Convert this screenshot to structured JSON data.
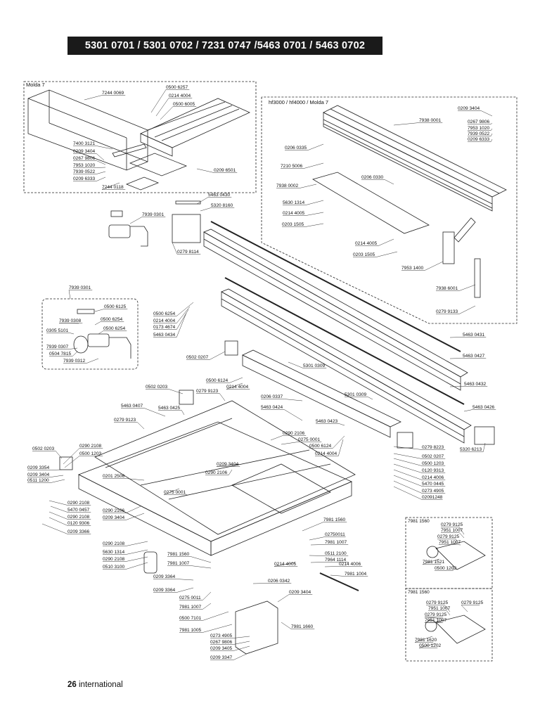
{
  "page": {
    "title": "5301 0701 / 5301 0702 / 7231 0747 /5463 0701 / 5463 0702",
    "page_number": "26",
    "footer_label": "international"
  },
  "boxes": {
    "molda7": "Molda 7",
    "hf": "hf3000 / hf4000 / Molda 7",
    "d1": "7981 1560",
    "d2": "7981 1560"
  },
  "parts": [
    {
      "id": "p1",
      "label": "7244 0069"
    },
    {
      "id": "p2",
      "label": "0500 6257"
    },
    {
      "id": "p3",
      "label": "0214 4004"
    },
    {
      "id": "p4",
      "label": "0500 6005"
    },
    {
      "id": "p5",
      "label": "7400 3121"
    },
    {
      "id": "p6",
      "label": "0209 3404"
    },
    {
      "id": "p7",
      "label": "0267 9806"
    },
    {
      "id": "p8",
      "label": "7953 1020"
    },
    {
      "id": "p9",
      "label": "7939 0522"
    },
    {
      "id": "p10",
      "label": "0209 6333"
    },
    {
      "id": "p11",
      "label": "7244 0118"
    },
    {
      "id": "p12",
      "label": "0209 6501"
    },
    {
      "id": "p13",
      "label": "7938 0001"
    },
    {
      "id": "p14",
      "label": "0209 3404"
    },
    {
      "id": "p15",
      "label": "0267 9806"
    },
    {
      "id": "p16",
      "label": "7953 1020"
    },
    {
      "id": "p17",
      "label": "7939 0522"
    },
    {
      "id": "p18",
      "label": "0209 6333"
    },
    {
      "id": "p19",
      "label": "0206 0335"
    },
    {
      "id": "p20",
      "label": "7210 5006"
    },
    {
      "id": "p21",
      "label": "0206 0330"
    },
    {
      "id": "p22",
      "label": "7938 0002"
    },
    {
      "id": "p23",
      "label": "5630 1314"
    },
    {
      "id": "p24",
      "label": "0214 4005"
    },
    {
      "id": "p25",
      "label": "0203 1505"
    },
    {
      "id": "p26",
      "label": "0214 4005"
    },
    {
      "id": "p27",
      "label": "0203 1505"
    },
    {
      "id": "p28",
      "label": "7953 1400"
    },
    {
      "id": "p29",
      "label": "7938 6001"
    },
    {
      "id": "p30",
      "label": "0279 9133"
    },
    {
      "id": "p31",
      "label": "5463 0430"
    },
    {
      "id": "p32",
      "label": "5320 8160"
    },
    {
      "id": "p33",
      "label": "7939 0301"
    },
    {
      "id": "p34",
      "label": "0279 8114"
    },
    {
      "id": "p35",
      "label": "7939 0301"
    },
    {
      "id": "p36",
      "label": "0500 6125"
    },
    {
      "id": "p37",
      "label": "7939 0308"
    },
    {
      "id": "p38",
      "label": "0500 6254"
    },
    {
      "id": "p39",
      "label": "0305 5101"
    },
    {
      "id": "p40",
      "label": "0500 6254"
    },
    {
      "id": "p41",
      "label": "7939 0307"
    },
    {
      "id": "p42",
      "label": "0504 7815"
    },
    {
      "id": "p43",
      "label": "7939 0312"
    },
    {
      "id": "p44",
      "label": "0500 6254"
    },
    {
      "id": "p45",
      "label": "0214 4004"
    },
    {
      "id": "p46",
      "label": "0173 4674"
    },
    {
      "id": "p47",
      "label": "5463 0434"
    },
    {
      "id": "p48",
      "label": "5463 0431"
    },
    {
      "id": "p49",
      "label": "0502 0207"
    },
    {
      "id": "p50",
      "label": "5301 0309"
    },
    {
      "id": "p51",
      "label": "5463 0427"
    },
    {
      "id": "p52",
      "label": "0500 6124"
    },
    {
      "id": "p53",
      "label": "0214 4004"
    },
    {
      "id": "p54",
      "label": "0502 0203"
    },
    {
      "id": "p55",
      "label": "0279 9123"
    },
    {
      "id": "p56",
      "label": "0206 0337"
    },
    {
      "id": "p57",
      "label": "5301 0309"
    },
    {
      "id": "p58",
      "label": "5463 0432"
    },
    {
      "id": "p59",
      "label": "5463 0407"
    },
    {
      "id": "p60",
      "label": "5463 0425"
    },
    {
      "id": "p61",
      "label": "5463 0424"
    },
    {
      "id": "p62",
      "label": "5463 0426"
    },
    {
      "id": "p63",
      "label": "0279 9123"
    },
    {
      "id": "p64",
      "label": "5463 0423"
    },
    {
      "id": "p65",
      "label": "0290 2106"
    },
    {
      "id": "p66",
      "label": "0275 0001"
    },
    {
      "id": "p67",
      "label": "0500 6124"
    },
    {
      "id": "p68",
      "label": "0214 4004"
    },
    {
      "id": "p69",
      "label": "5320 6213"
    },
    {
      "id": "p70",
      "label": "0502 0203"
    },
    {
      "id": "p71",
      "label": "0290 2108"
    },
    {
      "id": "p72",
      "label": "0500 1203"
    },
    {
      "id": "p73",
      "label": "0279 8223"
    },
    {
      "id": "p74",
      "label": "0502 0207"
    },
    {
      "id": "p75",
      "label": "0500 1203"
    },
    {
      "id": "p76",
      "label": "0120 9313"
    },
    {
      "id": "p77",
      "label": "0214 4006"
    },
    {
      "id": "p78",
      "label": "5470 0445"
    },
    {
      "id": "p79",
      "label": "0273 4905"
    },
    {
      "id": "p80",
      "label": "02091248"
    },
    {
      "id": "p81",
      "label": "0209 3354"
    },
    {
      "id": "p82",
      "label": "0209 3404"
    },
    {
      "id": "p83",
      "label": "0511 1200"
    },
    {
      "id": "p84",
      "label": "0209 3404"
    },
    {
      "id": "p85",
      "label": "0290 2106"
    },
    {
      "id": "p86",
      "label": "0201 2506"
    },
    {
      "id": "p87",
      "label": "0275 0001"
    },
    {
      "id": "p88",
      "label": "0290 2108"
    },
    {
      "id": "p89",
      "label": "5470 0457"
    },
    {
      "id": "p90",
      "label": "0290 2108"
    },
    {
      "id": "p91",
      "label": "0120 9306"
    },
    {
      "id": "p92",
      "label": "0209 3366"
    },
    {
      "id": "p93",
      "label": "0290 2106"
    },
    {
      "id": "p94",
      "label": "0209 3404"
    },
    {
      "id": "p95",
      "label": "7981 1560"
    },
    {
      "id": "p96",
      "label": "02750011"
    },
    {
      "id": "p97",
      "label": "7981 1007"
    },
    {
      "id": "p98",
      "label": "0290 2108"
    },
    {
      "id": "p99",
      "label": "5630 1314"
    },
    {
      "id": "p100",
      "label": "0290 2108"
    },
    {
      "id": "p101",
      "label": "0510 3100"
    },
    {
      "id": "p102",
      "label": "0511 2100"
    },
    {
      "id": "p103",
      "label": "7964 1114"
    },
    {
      "id": "p104",
      "label": "7981 1560"
    },
    {
      "id": "p105",
      "label": "7981 1007"
    },
    {
      "id": "p106",
      "label": "0214 4005"
    },
    {
      "id": "p107",
      "label": "0214 4006"
    },
    {
      "id": "p108",
      "label": "0209 3364"
    },
    {
      "id": "p109",
      "label": "7981 1004"
    },
    {
      "id": "p110",
      "label": "0206 0342"
    },
    {
      "id": "p111",
      "label": "0209 3364"
    },
    {
      "id": "p112",
      "label": "0275 0011"
    },
    {
      "id": "p113",
      "label": "0209 3404"
    },
    {
      "id": "p114",
      "label": "7981 1007"
    },
    {
      "id": "p115",
      "label": "0500 7101"
    },
    {
      "id": "p116",
      "label": "7981 1660"
    },
    {
      "id": "p117",
      "label": "7981 1005"
    },
    {
      "id": "p118",
      "label": "0273 4905"
    },
    {
      "id": "p119",
      "label": "0267 9806"
    },
    {
      "id": "p120",
      "label": "0209 3405"
    },
    {
      "id": "p121",
      "label": "0209 3347"
    },
    {
      "id": "d1a",
      "label": "0279 9125"
    },
    {
      "id": "d1b",
      "label": "7951 1007"
    },
    {
      "id": "d1c",
      "label": "0279 9125"
    },
    {
      "id": "d1d",
      "label": "7951 1007"
    },
    {
      "id": "d1e",
      "label": "7981 1521"
    },
    {
      "id": "d1f",
      "label": "0500 1202"
    },
    {
      "id": "d2a",
      "label": "0279 9125"
    },
    {
      "id": "d2b",
      "label": "0279 9125"
    },
    {
      "id": "d2c",
      "label": "7951 1007"
    },
    {
      "id": "d2d",
      "label": "0279 9125"
    },
    {
      "id": "d2e",
      "label": "7951 1007"
    },
    {
      "id": "d2f",
      "label": "7981 1620"
    },
    {
      "id": "d2g",
      "label": "0500 1202"
    }
  ]
}
